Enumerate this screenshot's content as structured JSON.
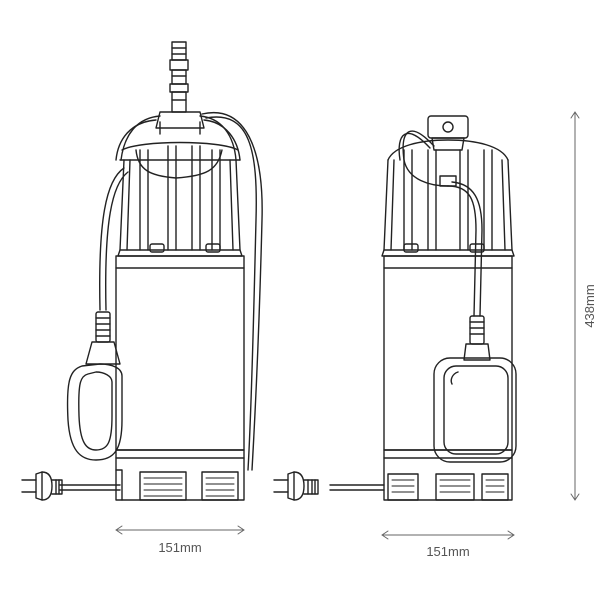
{
  "dimensions": {
    "left_width": "151mm",
    "right_width": "151mm",
    "height": "438mm"
  },
  "colors": {
    "line": "#222222",
    "dimension_line": "#666666",
    "background": "#ffffff"
  }
}
